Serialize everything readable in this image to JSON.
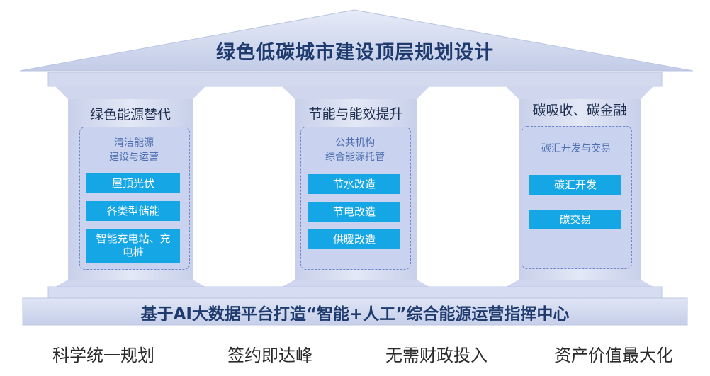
{
  "roof": {
    "title": "绿色低碳城市建设顶层规划设计"
  },
  "pillars": [
    {
      "title": "绿色能源替代",
      "panel_head": [
        "清洁能源",
        "建设与运营"
      ],
      "items": [
        "屋顶光伏",
        "各类型储能",
        "智能充电站、充电桩"
      ]
    },
    {
      "title": "节能与能效提升",
      "panel_head": [
        "公共机构",
        "综合能源托管"
      ],
      "items": [
        "节水改造",
        "节电改造",
        "供暖改造"
      ]
    },
    {
      "title": "碳吸收、碳金融",
      "panel_head": [
        "碳汇开发与交易"
      ],
      "items": [
        "碳汇开发",
        "碳交易"
      ]
    }
  ],
  "base": {
    "title": "基于AI大数据平台打造“智能+人工”综合能源运营指挥中心"
  },
  "footer": [
    "科学统一规划",
    "签约即达峰",
    "无需财政投入",
    "资产价值最大化"
  ],
  "colors": {
    "roof": "#c9d1ea",
    "pillar": "#d6dcf0",
    "panel": "#c9d3ef",
    "button": "#15a6e6",
    "title": "#1f3b6e"
  }
}
